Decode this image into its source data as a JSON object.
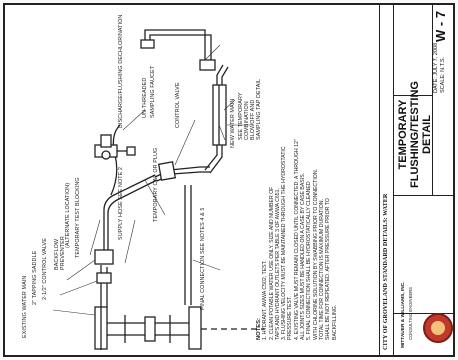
{
  "title_block": {
    "city_header": "CITY OF GROVELAND STANDARD DETAILS: WATER",
    "drawing_title_line1": "TEMPORARY",
    "drawing_title_line2": "FLUSHING/TESTING",
    "drawing_title_line3": "DETAIL",
    "date": "DATE: JULY 7, 2008",
    "scale": "SCALE: N.T.S.",
    "sheet_number": "W - 7",
    "firm_name": "MITTAUER & WILLIAMS, INC.",
    "firm_sub": "CONSULTING ENGINEERS"
  },
  "labels": {
    "existing_main": "EXISTING WATER MAIN",
    "tapping_saddle": "2\" TAPPING SADDLE",
    "control_valve": "2-1/2\" CONTROL VALVE",
    "backflow": "BACKFLOW PREVENTER",
    "alternate": "(ALTERNATE LOCATION)",
    "temp_blocking": "TEMPORARY TEST BLOCKING",
    "supply_hose": "SUPPLY HOSE SEE NOTE 2",
    "temp_cap": "TEMPORARY CAP OR PLUG",
    "final_connection": "FINAL CONNECTION SEE NOTES 4 & 5",
    "discharge": "DISCHARGE/FLUSHING DECHLORINATION",
    "sampling_faucet": "SAMPLING FAUCET",
    "unthreaded": "UN-THREADED",
    "control_valve2": "CONTROL VALVE",
    "new_main": "NEW WATER MAIN",
    "see_temp": "SEE TEMPORARY COMBINATION BLOWOFF AND SAMPLING TAP DETAIL"
  },
  "notes": {
    "heading": "NOTES:",
    "items": [
      "1.  HYDRANT, AWWA C502, TEST.",
      "2.  CLEAN POTABLE WATER USE ONLY. SIZE AND NUMBER OF",
      "    TAPS AND HYDRANT OUTLETS PER TABLE 3 OF AWWA C651.",
      "3.  FLUSHING VELOCITY MUST BE MAINTAINED THROUGH THE HYDROSTATIC",
      "    PRESSURE TEST.",
      "4.  EXISTING VALVE MUST REMAIN CLOSED UNTIL CONNECTED. A THROUGH 12\"",
      "    ALL JOINTS SIZES MUST BE HANDLED ON A CASE BY CASE BASIS.",
      "5.  FINAL CONNECTION SHALL BE HYDROSTATICALLY CLEANED",
      "    WITH CHLORINE SOLUTION BY SWABBING PRIOR TO CONNECTION.",
      "    TOTAL TIME FOR CONNECTION IS MAXIMUM DURATION.",
      "    SHALL BE NOT REPEATED. AFTER PRESSURE PRIOR TO",
      "    BACKFILLING."
    ]
  }
}
